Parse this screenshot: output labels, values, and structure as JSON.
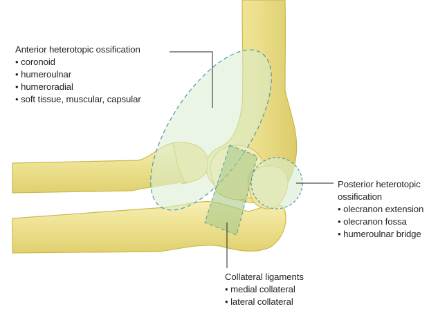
{
  "anterior": {
    "title": "Anterior heterotopic ossification",
    "items": [
      "coronoid",
      "humeroulnar",
      "humeroradial",
      "soft tissue, muscular, capsular"
    ]
  },
  "posterior": {
    "title_line1": "Posterior heterotopic",
    "title_line2": "ossification",
    "items": [
      "olecranon extension",
      "olecranon fossa",
      "humeroulnar bridge"
    ]
  },
  "collateral": {
    "title": "Collateral ligaments",
    "items": [
      "medial collateral",
      "lateral collateral"
    ]
  },
  "colors": {
    "bone_fill": "#efe49a",
    "bone_outline": "#cbb84a",
    "ossification_fill": "#d9ecd0",
    "ossification_outline": "#4f97a6",
    "ligament_fill": "#a9c98a",
    "leader_line": "#231f20"
  }
}
